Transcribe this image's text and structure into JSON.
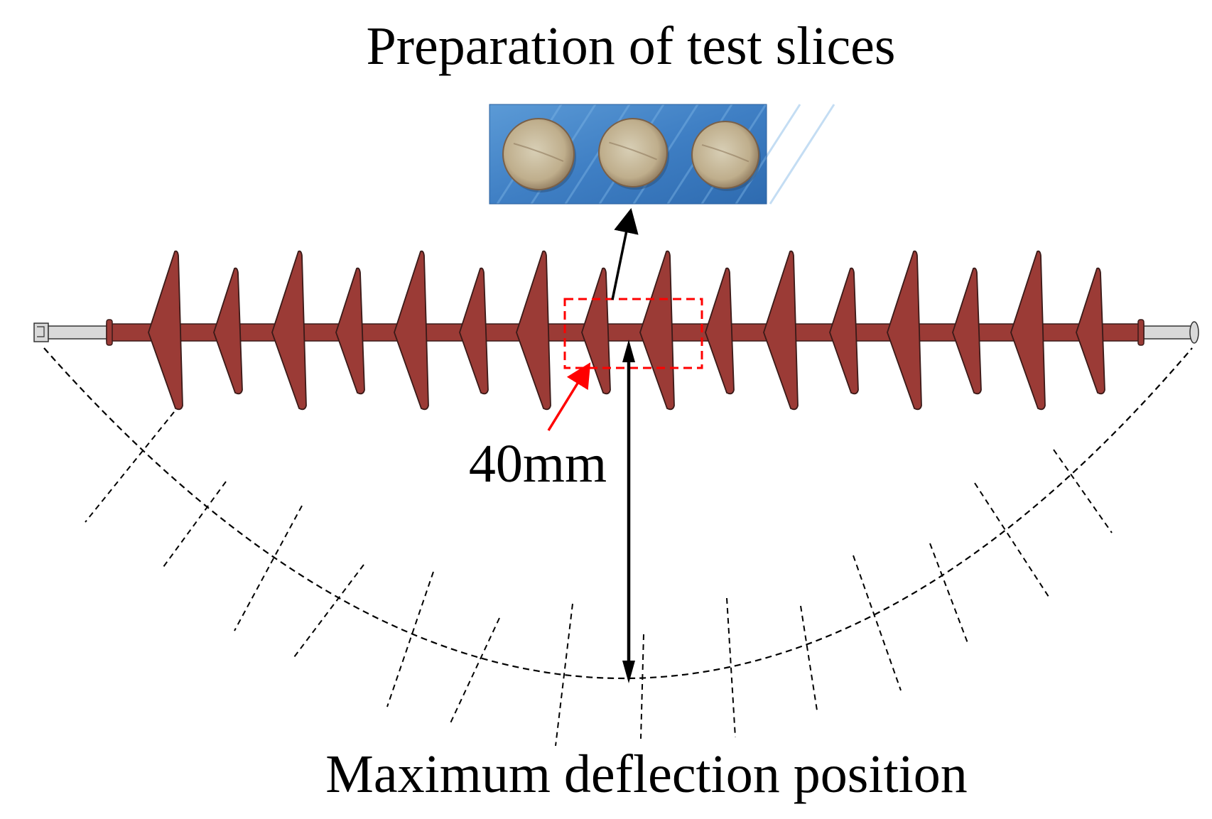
{
  "title": "Preparation of test slices",
  "dimension_label": "40mm",
  "bottom_label": "Maximum deflection position",
  "photo": {
    "slice_count": 3
  },
  "insulator": {
    "shed_count": 16
  },
  "colors": {
    "insulator_body": "#9b3b36",
    "insulator_outline": "#3a1a18",
    "fitting": "#d9d9d9",
    "photo_background": "#3f7fc4",
    "slice_face": "#cdbfa4",
    "highlight_box": "#ff0000",
    "arrow": "#000000",
    "deflection_curve": "#000000"
  }
}
